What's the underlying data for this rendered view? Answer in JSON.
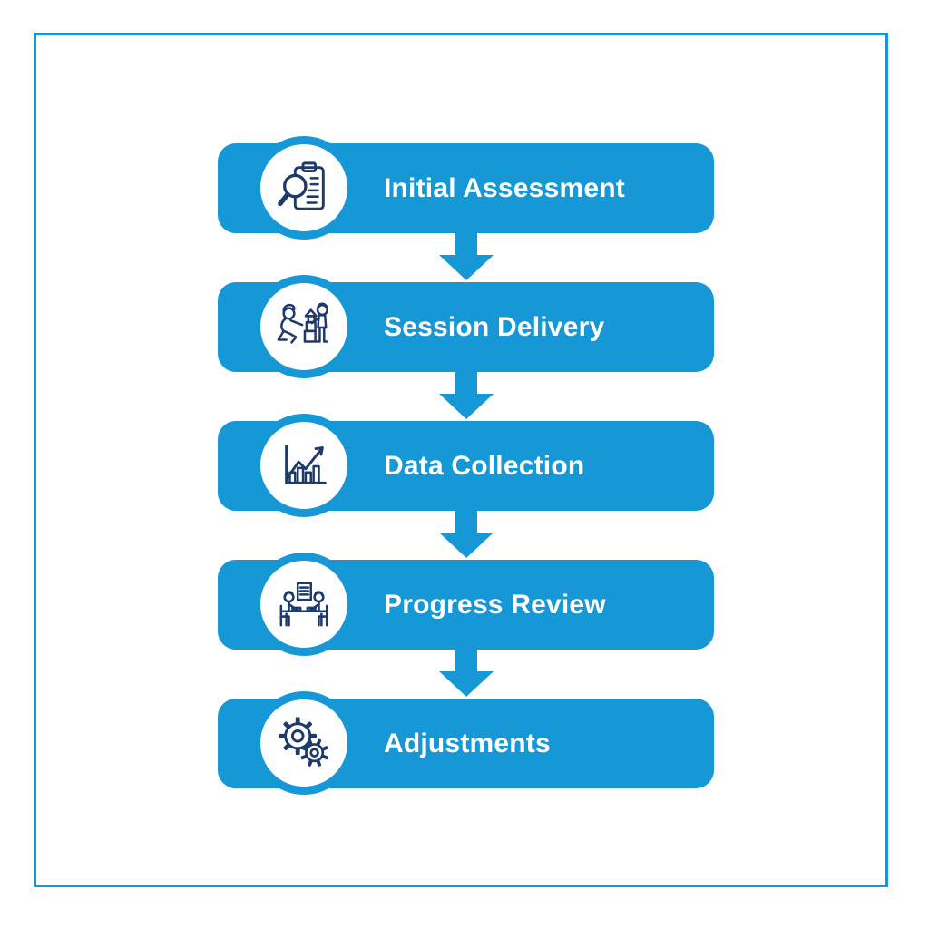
{
  "colors": {
    "primary_blue": "#1798d6",
    "icon_navy": "#1d3a6b",
    "label_text": "#ffffff",
    "background": "#fefefe"
  },
  "flowchart": {
    "steps": [
      {
        "label": "Initial Assessment",
        "icon": "clipboard-search-icon"
      },
      {
        "label": "Session Delivery",
        "icon": "play-session-icon"
      },
      {
        "label": "Data Collection",
        "icon": "growth-chart-icon"
      },
      {
        "label": "Progress Review",
        "icon": "meeting-table-icon"
      },
      {
        "label": "Adjustments",
        "icon": "gears-icon"
      }
    ],
    "connector": "down-arrow"
  }
}
